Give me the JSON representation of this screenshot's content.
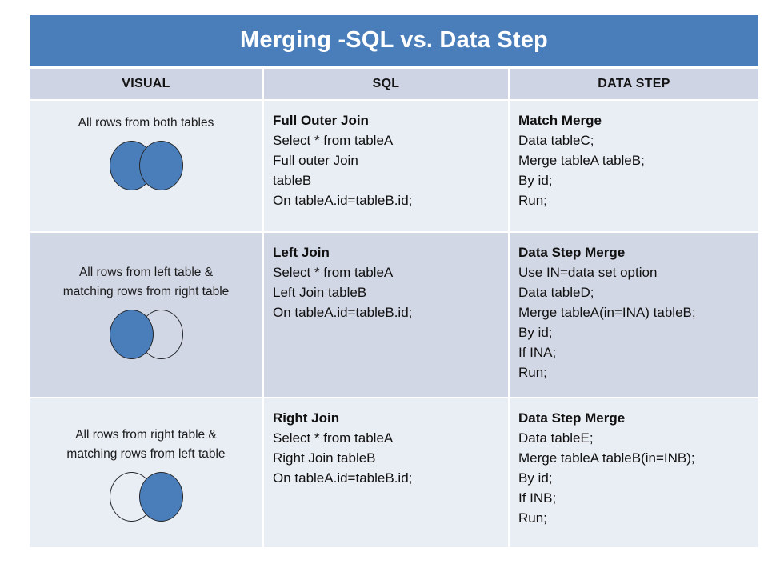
{
  "title": "Merging -SQL vs. Data Step",
  "colors": {
    "title_bar": "#4a7ebb",
    "header_row": "#ced4e4",
    "row_light": "#e9edf4",
    "row_dark": "#d2d7e5",
    "circle_fill": "#4a7ebb",
    "circle_stroke": "#23272b"
  },
  "columns": [
    {
      "label": "VISUAL"
    },
    {
      "label": "SQL"
    },
    {
      "label": "DATA STEP"
    }
  ],
  "rows": [
    {
      "shade": "light",
      "visual": {
        "caption": "All rows from both tables",
        "venn": {
          "left": "filled",
          "right": "filled",
          "top": "right"
        }
      },
      "sql": {
        "heading": "Full Outer Join",
        "lines": [
          "Select * from tableA",
          "Full outer Join",
          "tableB",
          "On tableA.id=tableB.id;"
        ]
      },
      "data_step": {
        "heading": "Match Merge",
        "lines": [
          "Data tableC;",
          "Merge tableA tableB;",
          "By id;",
          "Run;"
        ]
      }
    },
    {
      "shade": "dark",
      "visual": {
        "caption": "All rows from left table &\nmatching rows from right table",
        "venn": {
          "left": "filled",
          "right": "empty",
          "top": "left"
        }
      },
      "sql": {
        "heading": "Left Join",
        "lines": [
          "Select * from tableA",
          "Left Join tableB",
          "On tableA.id=tableB.id;"
        ]
      },
      "data_step": {
        "heading": "Data Step Merge",
        "lines": [
          "Use IN=data set option",
          "Data tableD;",
          "Merge tableA(in=INA) tableB;",
          "By id;",
          "If INA;",
          "Run;"
        ]
      }
    },
    {
      "shade": "light",
      "visual": {
        "caption": "All rows from right table &\nmatching rows from left table",
        "venn": {
          "left": "empty",
          "right": "filled",
          "top": "right"
        }
      },
      "sql": {
        "heading": "Right Join",
        "lines": [
          "Select * from tableA",
          "Right Join tableB",
          "On tableA.id=tableB.id;"
        ]
      },
      "data_step": {
        "heading": "Data Step Merge",
        "lines": [
          "Data tableE;",
          "Merge tableA tableB(in=INB);",
          "By id;",
          "If INB;",
          "Run;"
        ]
      }
    }
  ]
}
